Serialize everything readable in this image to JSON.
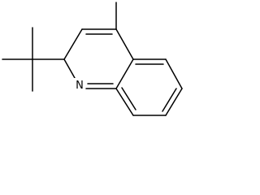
{
  "molecule": {
    "atoms": [
      {
        "id": "N1",
        "element": "N",
        "label": "N"
      }
    ],
    "colors": {
      "bond": "#000000",
      "background": "#ffffff"
    }
  }
}
